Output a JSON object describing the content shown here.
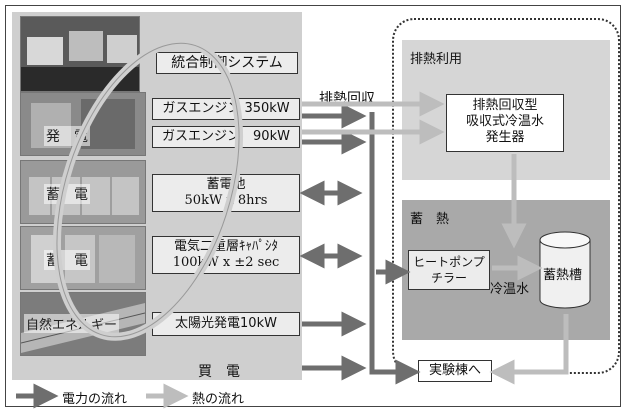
{
  "control_system": "統合制御システム",
  "photo_labels": {
    "generation": "発　電",
    "storage": "蓄　電",
    "capacitor": "蓄　電",
    "solar": "自然エネルギー"
  },
  "equipment": {
    "gas_engine_1": "ガスエンジン 350kW",
    "gas_engine_2": "ガスエンジン　90kW",
    "battery_title": "蓄電池",
    "battery_spec": "50kW x 8hrs",
    "capacitor_title": "電気二重層ｷｬﾊﾟｼﾀ",
    "capacitor_spec": "100kW x ±2 sec",
    "solar": "太陽光発電10kW",
    "purchase": "買　電"
  },
  "heat_recovery_label": "排熱回収",
  "heat_use": {
    "title": "排熱利用",
    "chiller_line1": "排熱回収型",
    "chiller_line2": "吸収式冷温水",
    "chiller_line3": "発生器"
  },
  "heat_storage": {
    "title": "蓄　熱",
    "heatpump_line1": "ヒートポンプ",
    "heatpump_line2": "チラー",
    "tank": "蓄熱槽",
    "water_label": "冷温水"
  },
  "destination": "実験棟へ",
  "legend": {
    "power": "電力の流れ",
    "heat": "熱の流れ"
  },
  "colors": {
    "power_arrow": "#6e6e6e",
    "heat_arrow": "#bdbdbd"
  }
}
